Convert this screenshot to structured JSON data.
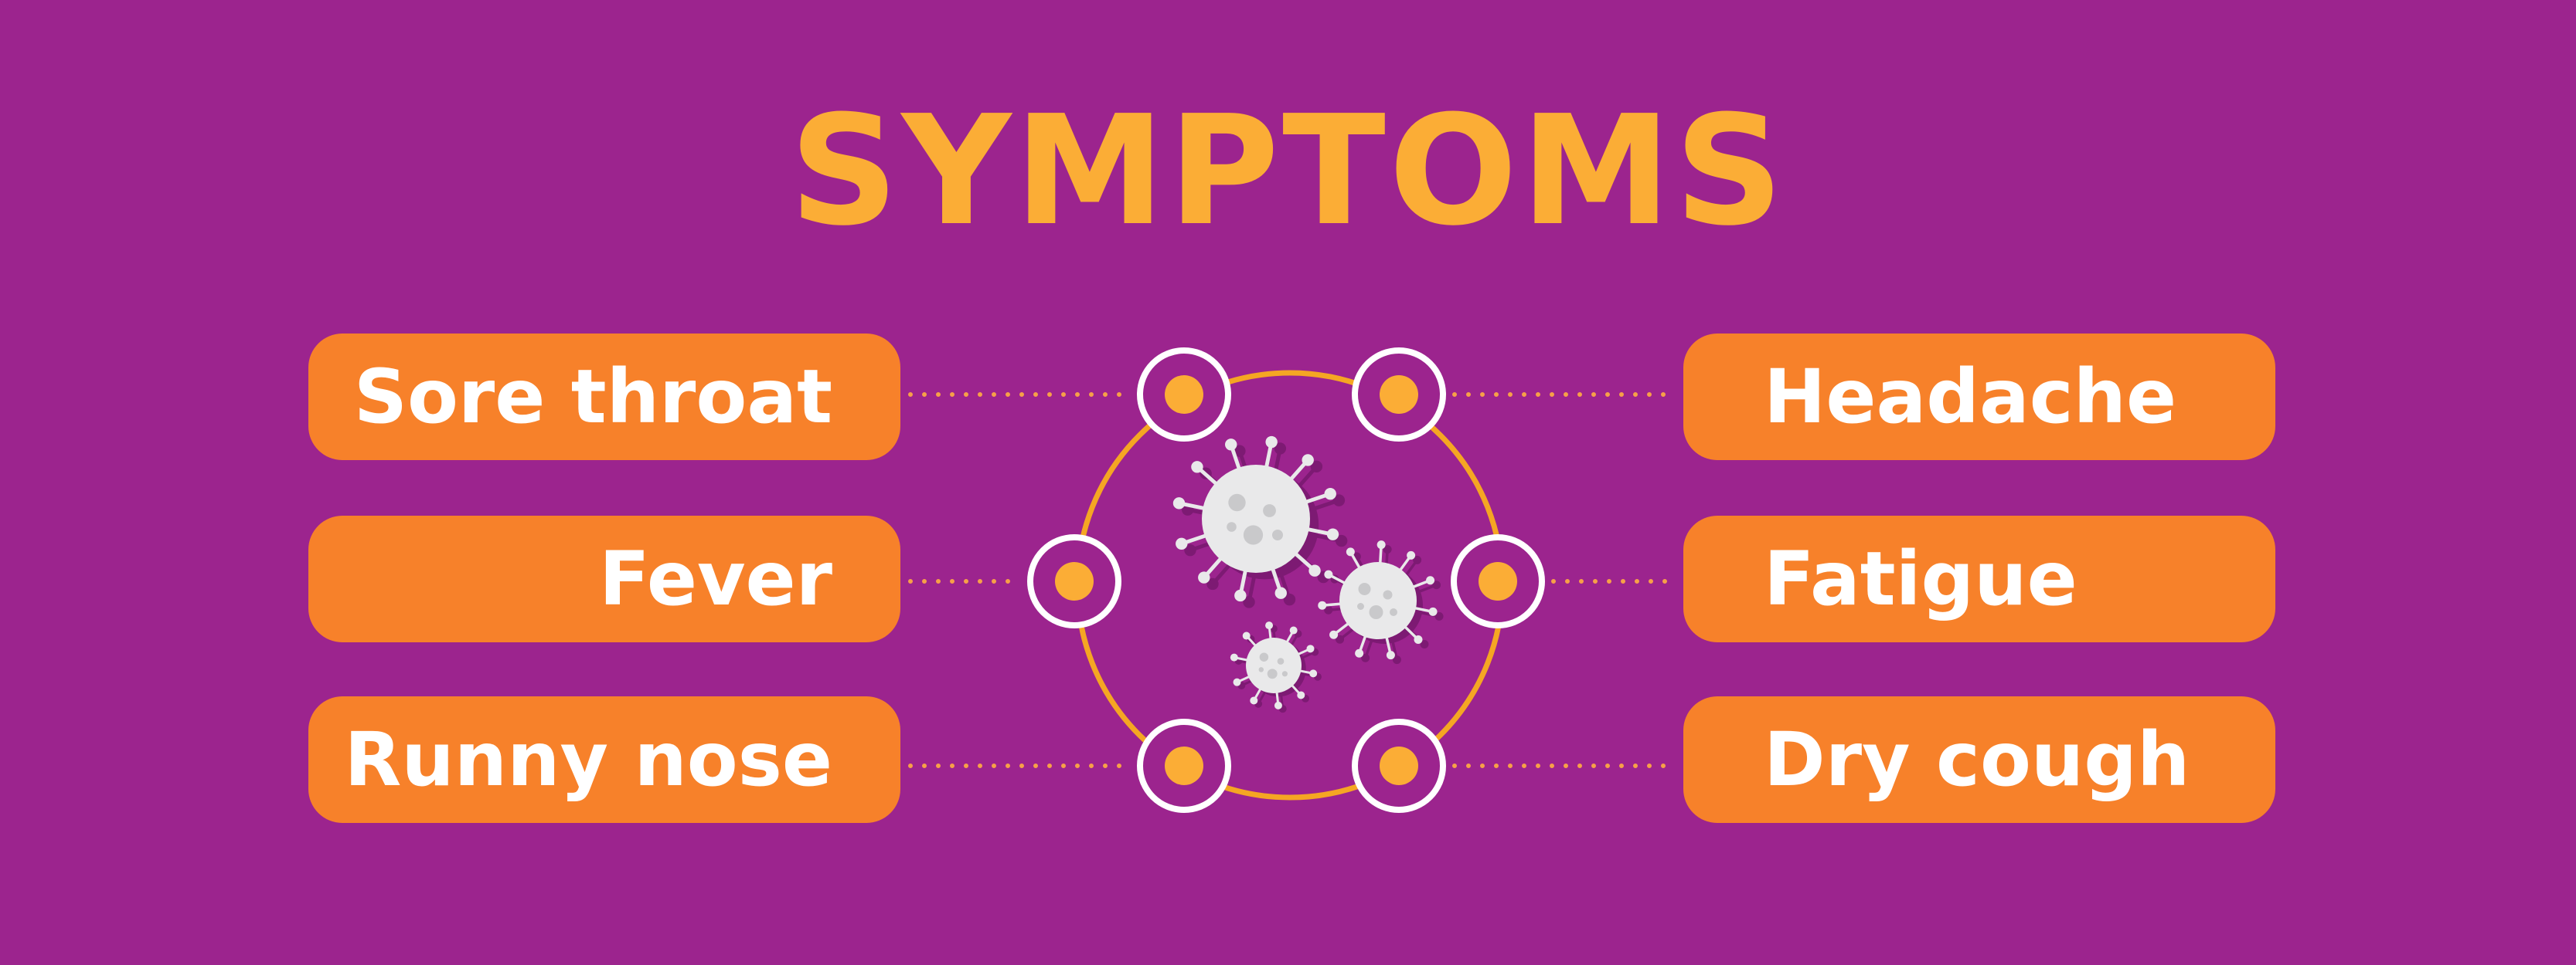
{
  "title": "SYMPTOMS",
  "symptoms_left": [
    "Sore throat",
    "Fever",
    "Runny nose"
  ],
  "symptoms_right": [
    "Headache",
    "Fatigue",
    "Dry cough"
  ],
  "colors": {
    "background": "#9c248e",
    "title": "#fbad36",
    "pill": "#f7812a",
    "ring": "#f5a623",
    "node_outline": "#ffffff",
    "node_center": "#fbad36",
    "dots": "#f7a048",
    "virus": "#e9e9ea",
    "virus_shadow": "#7d1a73",
    "virus_spot": "#c9c9cb"
  },
  "icons": [
    "virus-icon",
    "virus-icon",
    "virus-icon"
  ]
}
